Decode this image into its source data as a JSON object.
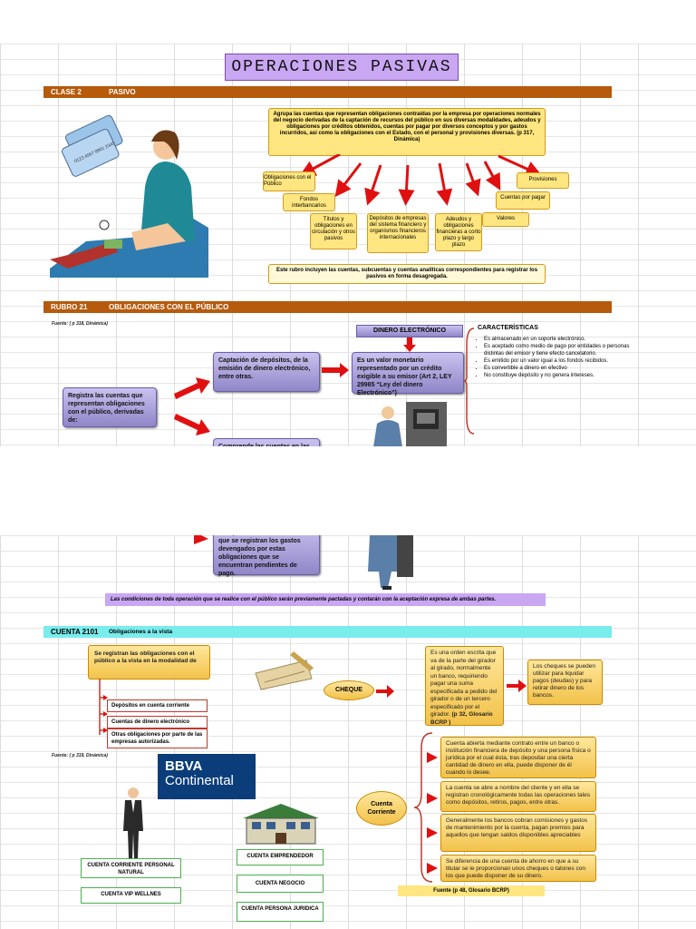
{
  "header": {
    "title": "OPERACIONES PASIVAS",
    "clase": "CLASE 2",
    "clase_name": "PASIVO"
  },
  "intro": "Agrupa las cuentas que representan obligaciones contraídas por la empresa por operaciones normales del negocio derivadas de la captación de recursos del público en sus diversas modalidades, adeudos y obligaciones por créditos obtenidos, cuentas por pagar por diversos conceptos y por gastos incurridos, así como la obligaciones con el Estado, con el personal y provisiones diversas. (p 317, Dinámica)",
  "categories": [
    "Obligaciones con el Público",
    "Fondos interbancarios",
    "Títulos y obligaciones en circulación y otros pasivos",
    "Depósitos de empresas del sistema financiero y organismos financieros internacionales",
    "Adeudos y obligaciones financieras a corto plazo y largo plazo",
    "Valores",
    "Cuentas por pagar",
    "Provisiones"
  ],
  "rubro_note": "Este rubro incluyen las cuentas, subcuentas y cuentas analíticas correspondientes para registrar los pasivos en forma desagregada.",
  "rubro": {
    "code": "RUBRO 21",
    "name": "OBLIGACIONES CON EL PÚBLICO"
  },
  "source1": "Fuente: ( p 318, Dinámica)",
  "registra": "Registra las cuentas que representan obligaciones con el público, derivadas de:",
  "captacion": "Captación de depósitos, de la emisión de dinero electrónico, entre otras.",
  "comprende": "Comprende las cuentas en las que se registran los gastos devengados por estas obligaciones que se encuentran pendientes de pago.",
  "dinero_title": "DINERO ELECTRÓNICO",
  "dinero_def": "Es un valor monetario representado por un crédito exigible a su emisor (Art 2, LEY 29985 “Ley del dinero Electrónico”)",
  "caracteristicas_title": "CARACTERÍSTICAS",
  "caracteristicas": [
    "Es almacenado en un soporte electrónico.",
    "Es aceptado como medio de pago por entidades o personas distintas del emisor y tiene efecto cancelatorio.",
    "Es emitido por un valor igual a los fondos recibidos.",
    "Es convertible a dinero en efectivo",
    "No constituye depósito y no genera intereses."
  ],
  "condiciones": "Las condiciones de toda operación que se realice con el público serán previamente pactadas y contarán con la aceptación expresa de ambas partes.",
  "cuenta": {
    "code": "CUENTA 2101",
    "name": "Obligaciones a la vista"
  },
  "vista_box": "Se registran las obligaciones con el público a la vista en la modalidad de",
  "vista_items": [
    "Depósitos en cuenta corriente",
    "Cuentas de dinero electrónico",
    "Otras obligaciones por parte de las empresas autorizadas."
  ],
  "source2": "Fuente: ( p 319, Dinámica)",
  "cheque_label": "CHEQUE",
  "cheque_def": "Es una orden escrita que va de la parte del girador al girado, normalmente un banco, requiriendo pagar una suma especificada a pedido del girador o de un tercero especificado por el girador.",
  "cheque_src": "(p 32, Glosario BCRP )",
  "cheque_use": "Los cheques se pueden utilizar para liquidar pagos (deudas) y para retirar dinero de los bancos.",
  "bank_logo": [
    "BBVA",
    "Continental"
  ],
  "cc_label": "Cuenta Corriente",
  "cc_items": [
    "Cuenta abierta mediante contrato entre un banco o institución financiera de depósito y una persona física o jurídica por el cual ésta, tras depositar una cierta cantidad de dinero en ella, puede disponer de él cuando lo desee.",
    "La cuenta se abre a nombre del cliente y en ella se registran cronológicamente todas las operaciones tales como depósitos, retiros, pagos, entre otras.",
    "Generalmente los bancos cobran comisiones y gastos de mantenimiento por la cuenta, pagan premios para aquellos que tengan saldos disponibles apreciables",
    "Se diferencia de una cuenta de ahorro en que a su titular se le proporcionan unos cheques o talones con los que puede disponer de su dinero."
  ],
  "cc_src": "Fuente (p 48, Glosario BCRP)",
  "accounts_left": [
    "CUENTA CORRIENTE PERSONAL NATURAL",
    "CUENTA VIP WELLNES"
  ],
  "accounts_right": [
    "CUENTA EMPRENDEDOR",
    "CUENTA NEGOCIO",
    "CUENTA PERSONA JURIDICA"
  ]
}
